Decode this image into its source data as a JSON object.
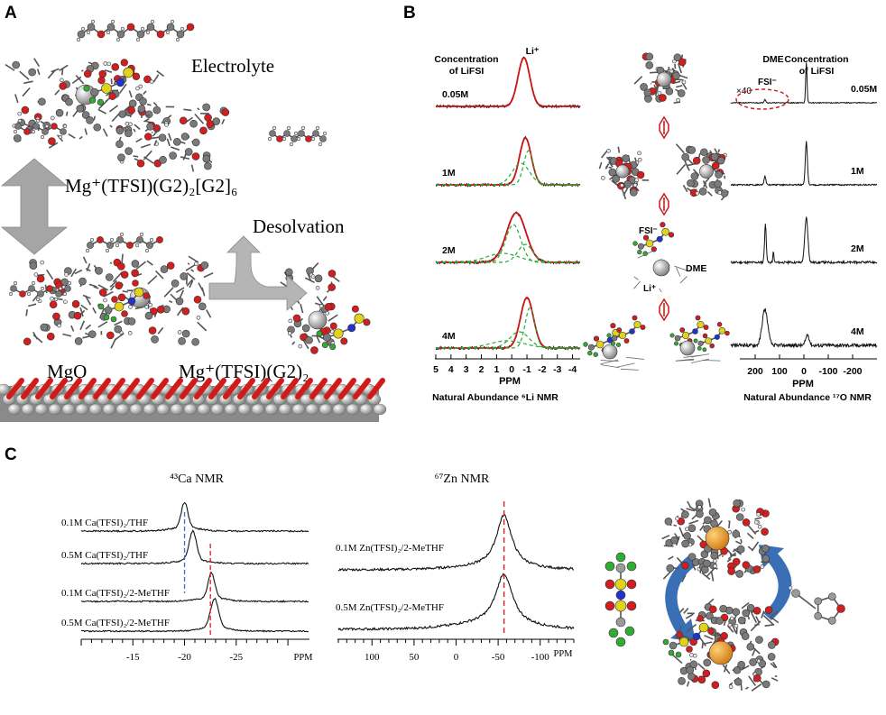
{
  "panels": {
    "A": {
      "letter": "A",
      "labels": {
        "electrolyte": "Electrolyte",
        "desolvation": "Desolvation",
        "mgo": "MgO",
        "complex_top": "Mg⁺(TFSI)(G2)₂[G2]₆",
        "complex_bottom": "Mg⁺(TFSI)(G2)₂"
      }
    },
    "B": {
      "letter": "B",
      "li_nmr": {
        "header": "Concentration of LiFSI",
        "header_line1": "Concentration",
        "header_line2": "of LiFSI",
        "peak_label": "Li⁺",
        "concentrations": [
          "0.05M",
          "1M",
          "2M",
          "4M"
        ],
        "xlabel": "PPM",
        "ticks": [
          "5",
          "4",
          "3",
          "2",
          "1",
          "0",
          "-1",
          "-2",
          "-3",
          "-4"
        ],
        "caption": "Natural Abundance ⁶Li NMR"
      },
      "o_nmr": {
        "header_line1": "Concentration",
        "header_line2": "of LiFSI",
        "dme_label": "DME",
        "fsi_label": "FSI⁻",
        "mult_label": "×40",
        "concentrations": [
          "0.05M",
          "1M",
          "2M",
          "4M"
        ],
        "xlabel": "PPM",
        "ticks": [
          "200",
          "100",
          "0",
          "-100",
          "-200"
        ],
        "caption": "Natural Abundance ¹⁷O NMR"
      },
      "structure_labels": {
        "fsi": "FSI⁻",
        "dme": "DME",
        "li": "Li⁺"
      }
    },
    "C": {
      "letter": "C",
      "ca_nmr": {
        "title": "⁴³Ca NMR",
        "traces": [
          "0.1M Ca(TFSI)₂/THF",
          "0.5M Ca(TFSI)₂/THF",
          "0.1M Ca(TFSI)₂/2-MeTHF",
          "0.5M Ca(TFSI)₂/2-MeTHF"
        ],
        "ticks": [
          "-15",
          "-20",
          "-25"
        ],
        "xlabel": "PPM"
      },
      "zn_nmr": {
        "title": "⁶⁷Zn NMR",
        "traces": [
          "0.1M Zn(TFSI)₂/2-MeTHF",
          "0.5M Zn(TFSI)₂/2-MeTHF"
        ],
        "ticks": [
          "100",
          "50",
          "0",
          "-50",
          "-100"
        ],
        "xlabel": "PPM"
      }
    }
  },
  "colors": {
    "red_fit": "#cc1414",
    "green_fit": "#22aa33",
    "blue_dash": "#3a6fd0",
    "red_dash": "#d42020",
    "arrow_grey": "#a8a8a8",
    "arrow_blue": "#3b6fb6",
    "carbon": "#7a7a7a",
    "oxygen": "#d21e1e",
    "sulfur": "#e3d21a",
    "nitrogen": "#2233cc",
    "fluorine": "#33aa33",
    "metal": "#c8c8c8",
    "zn_metal": "#e7961c"
  }
}
